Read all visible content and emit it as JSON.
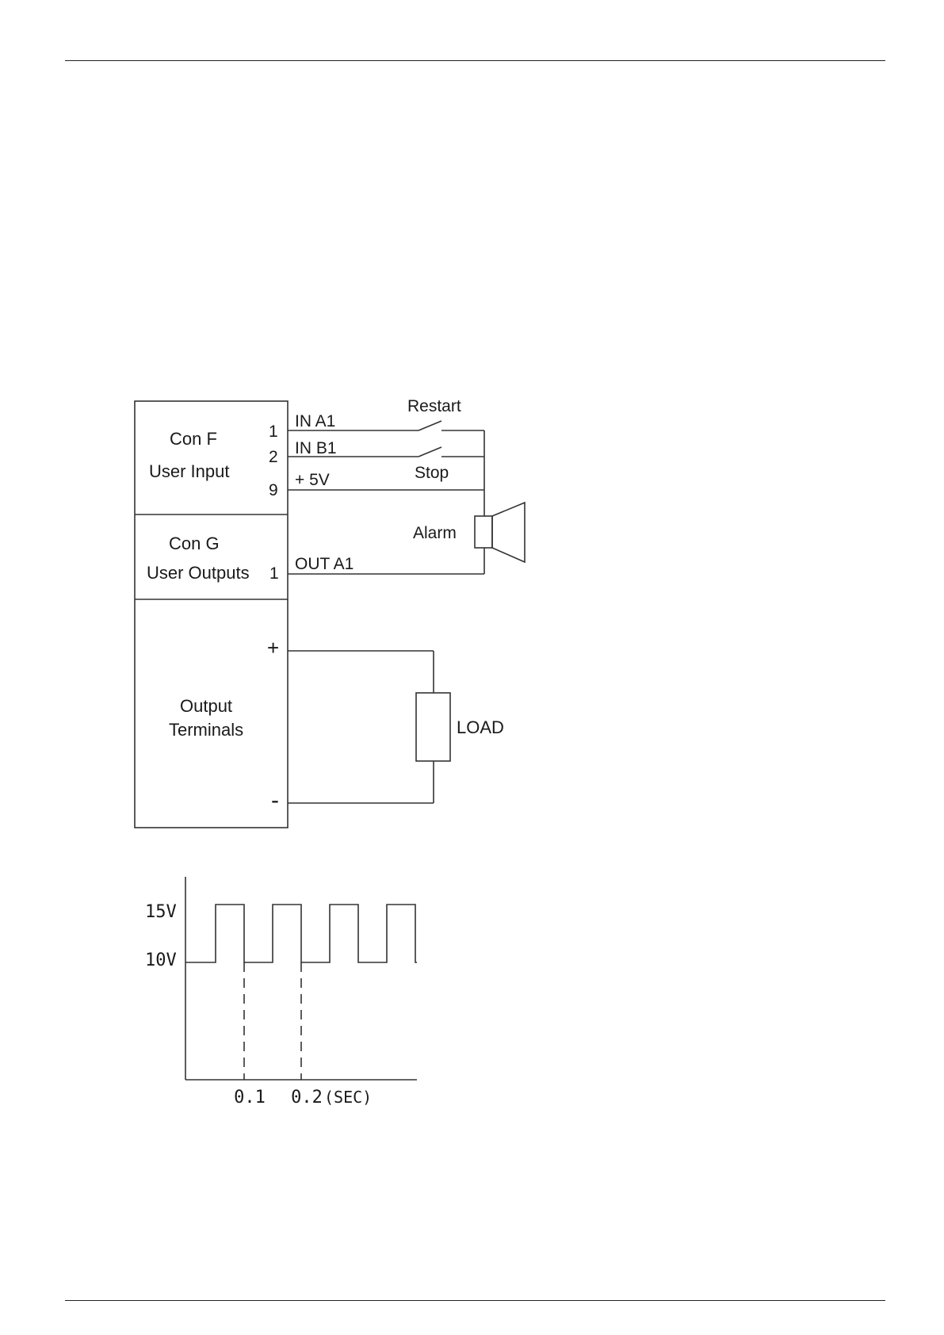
{
  "wiring": {
    "con_f": {
      "title": "Con  F",
      "subtitle": "User Input",
      "pins": [
        "1",
        "2",
        "9"
      ],
      "signals": [
        "IN A1",
        "IN B1",
        "+ 5V"
      ]
    },
    "switches": {
      "restart": "Restart",
      "stop": "Stop"
    },
    "con_g": {
      "title": "Con  G",
      "subtitle": "User Outputs",
      "pin": "1",
      "signal": "OUT A1"
    },
    "alarm": "Alarm",
    "output": {
      "line1": "Output",
      "line2": "Terminals",
      "plus": "+",
      "minus": "-"
    },
    "load": "LOAD"
  },
  "waveform": {
    "y_labels": [
      "15V",
      "10V"
    ],
    "levels": [
      15,
      10
    ],
    "x_labels": [
      "0.1",
      "0.2"
    ],
    "x_values": [
      0.1,
      0.2
    ],
    "x_unit": "(SEC)",
    "marker_color": "#e05050"
  }
}
